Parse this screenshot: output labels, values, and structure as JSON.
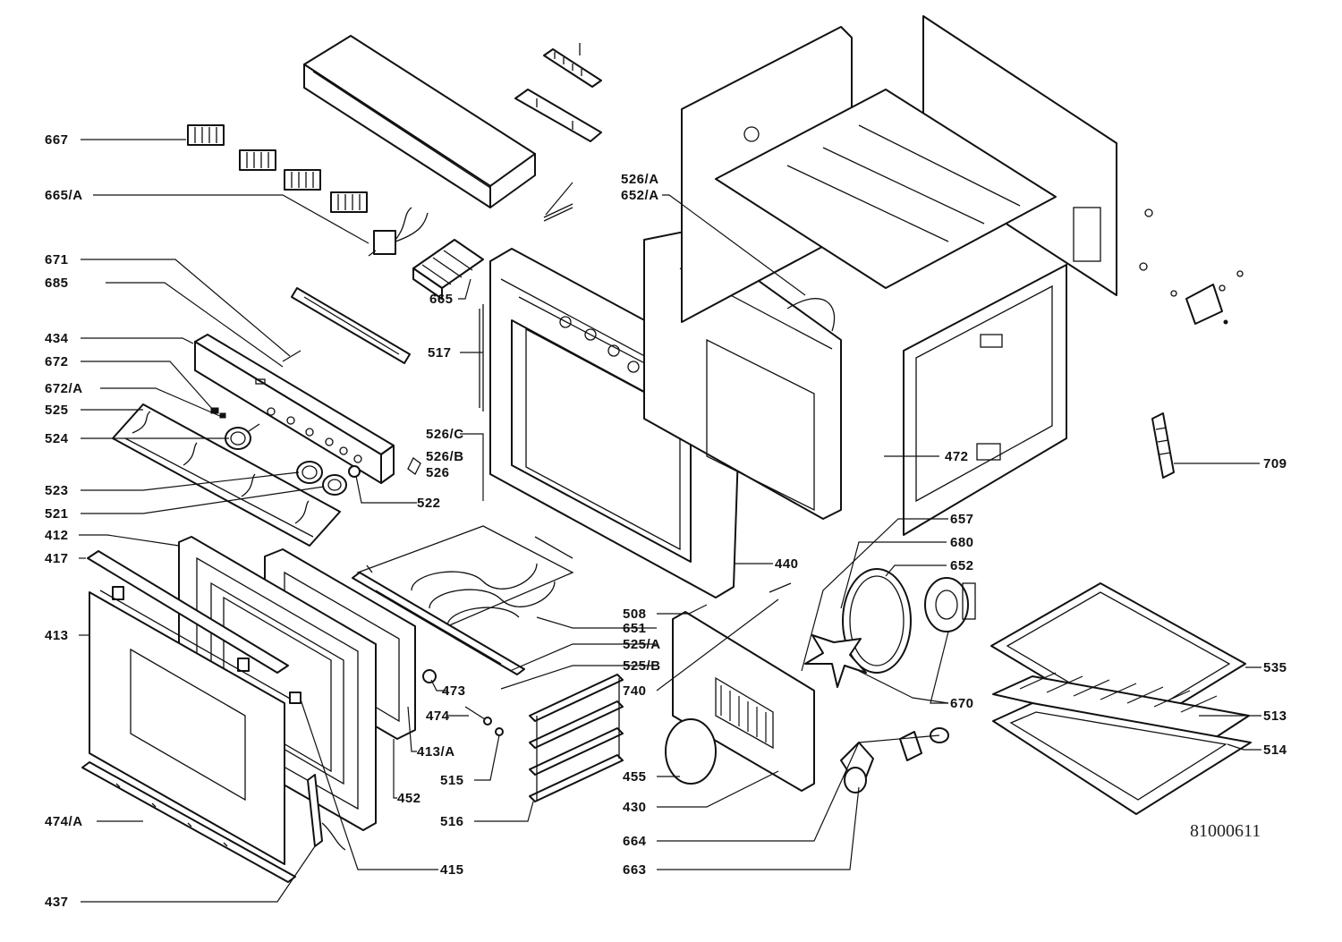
{
  "labels": {
    "l667": "667",
    "l665a": "665/A",
    "l671": "671",
    "l685": "685",
    "l434": "434",
    "l672": "672",
    "l672a": "672/A",
    "l525": "525",
    "l524": "524",
    "l523": "523",
    "l521": "521",
    "l412": "412",
    "l417": "417",
    "l413": "413",
    "l474a": "474/A",
    "l437": "437",
    "l526a": "526/A",
    "l652a": "652/A",
    "l665": "665",
    "l517": "517",
    "l526c": "526/C",
    "l526b": "526/B",
    "l526": "526",
    "l522": "522",
    "l472": "472",
    "l709": "709",
    "l657": "657",
    "l680": "680",
    "l652": "652",
    "l440": "440",
    "l508": "508",
    "l651": "651",
    "l525a": "525/A",
    "l525b": "525/B",
    "l740": "740",
    "l670": "670",
    "l473": "473",
    "l474": "474",
    "l413a": "413/A",
    "l515": "515",
    "l452": "452",
    "l516": "516",
    "l415": "415",
    "l455": "455",
    "l430": "430",
    "l664": "664",
    "l663": "663",
    "l535": "535",
    "l513": "513",
    "l514": "514"
  },
  "drawing_number": "81000611"
}
